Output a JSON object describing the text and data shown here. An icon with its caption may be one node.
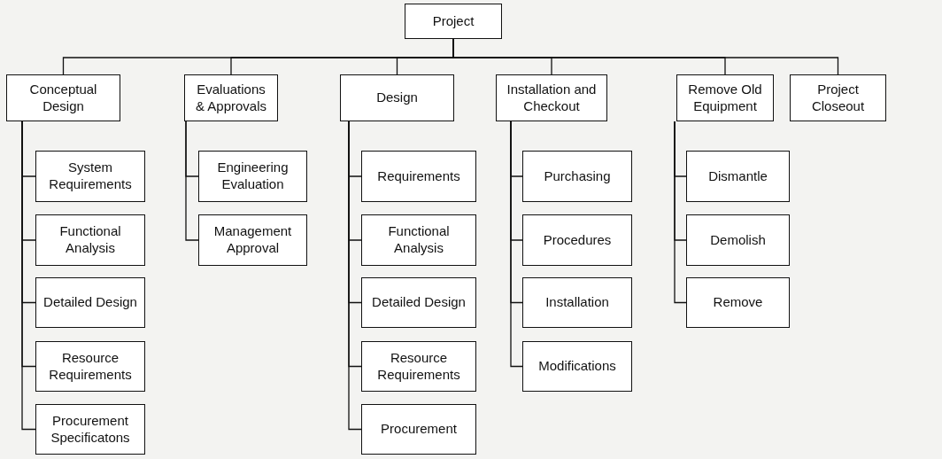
{
  "diagram": {
    "nodes": [
      {
        "text": [
          "Project"
        ]
      },
      {
        "text": [
          "Conceptual Design"
        ]
      },
      {
        "text": [
          "Evaluations & Approvals"
        ]
      },
      {
        "text": [
          "Design"
        ]
      },
      {
        "text": [
          "Installation and Checkout"
        ]
      },
      {
        "text": [
          "Remove Old Equipment"
        ]
      },
      {
        "text": [
          "Project Closeout"
        ]
      },
      {
        "text": [
          "System Requirements"
        ]
      },
      {
        "text": [
          "Functional Analysis"
        ]
      },
      {
        "text": [
          "Detailed Design"
        ]
      },
      {
        "text": [
          "Resource Requirements"
        ]
      },
      {
        "text": [
          "Procurement Specificatons"
        ]
      },
      {
        "text": [
          "Engineering Evaluation"
        ]
      },
      {
        "text": [
          "Management Approval"
        ]
      },
      {
        "text": [
          "Requirements"
        ]
      },
      {
        "text": [
          "Functional Analysis"
        ]
      },
      {
        "text": [
          "Detailed Design"
        ]
      },
      {
        "text": [
          "Resource Requirements"
        ]
      },
      {
        "text": [
          "Procurement"
        ]
      },
      {
        "text": [
          "Purchasing"
        ]
      },
      {
        "text": [
          "Procedures"
        ]
      },
      {
        "text": [
          "Installation"
        ]
      },
      {
        "text": [
          "Modifications"
        ]
      },
      {
        "text": [
          "Dismantle"
        ]
      },
      {
        "text": [
          "Demolish"
        ]
      },
      {
        "text": [
          "Remove"
        ]
      }
    ],
    "edges": [
      {
        "from": 0,
        "to": 1,
        "arrow": "none"
      },
      {
        "from": 0,
        "to": 2,
        "arrow": "none"
      },
      {
        "from": 0,
        "to": 3,
        "arrow": "none"
      },
      {
        "from": 0,
        "to": 4,
        "arrow": "none"
      },
      {
        "from": 0,
        "to": 5,
        "arrow": "none"
      },
      {
        "from": 0,
        "to": 6,
        "arrow": "none"
      },
      {
        "from": 1,
        "to": 7,
        "arrow": "none"
      },
      {
        "from": 1,
        "to": 8,
        "arrow": "none"
      },
      {
        "from": 1,
        "to": 9,
        "arrow": "none"
      },
      {
        "from": 1,
        "to": 10,
        "arrow": "none"
      },
      {
        "from": 1,
        "to": 11,
        "arrow": "none"
      },
      {
        "from": 2,
        "to": 12,
        "arrow": "none"
      },
      {
        "from": 2,
        "to": 13,
        "arrow": "none"
      },
      {
        "from": 3,
        "to": 14,
        "arrow": "none"
      },
      {
        "from": 3,
        "to": 15,
        "arrow": "none"
      },
      {
        "from": 3,
        "to": 16,
        "arrow": "none"
      },
      {
        "from": 3,
        "to": 17,
        "arrow": "none"
      },
      {
        "from": 3,
        "to": 18,
        "arrow": "none"
      },
      {
        "from": 4,
        "to": 19,
        "arrow": "none"
      },
      {
        "from": 4,
        "to": 20,
        "arrow": "none"
      },
      {
        "from": 4,
        "to": 21,
        "arrow": "none"
      },
      {
        "from": 4,
        "to": 22,
        "arrow": "none"
      },
      {
        "from": 5,
        "to": 23,
        "arrow": "none"
      },
      {
        "from": 5,
        "to": 24,
        "arrow": "none"
      },
      {
        "from": 5,
        "to": 25,
        "arrow": "none"
      }
    ]
  }
}
